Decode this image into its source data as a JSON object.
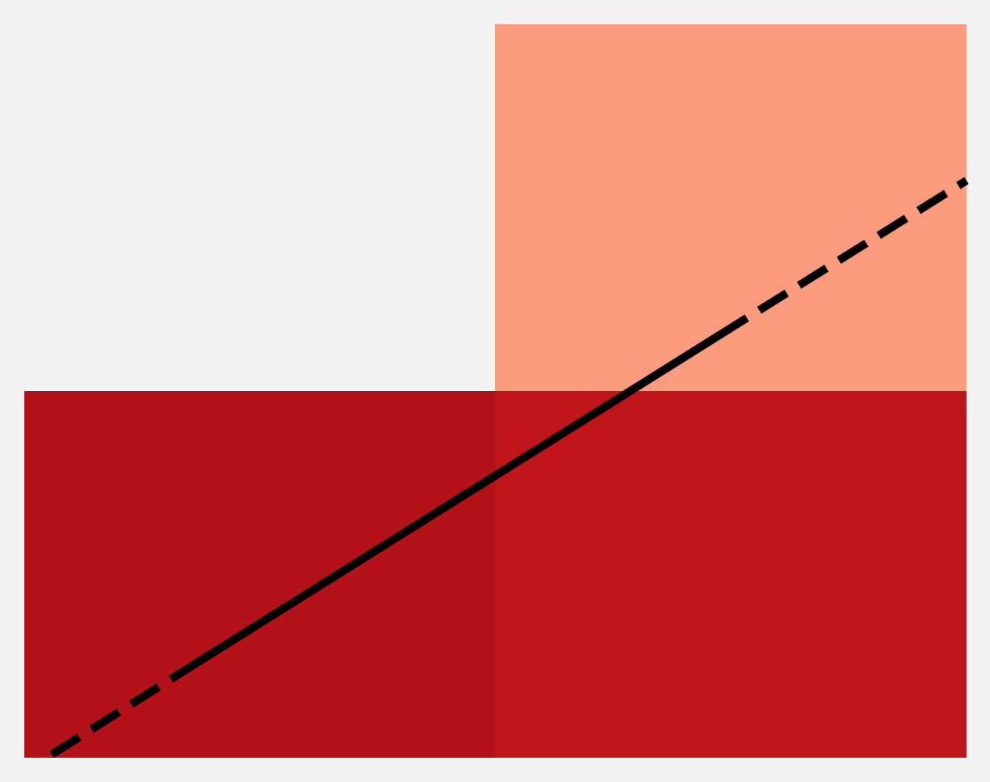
{
  "colors": {
    "background": "#f2f2f2",
    "top_right_fill": "#fb9b7e",
    "bottom_left_fill": "#b31318",
    "bottom_right_fill": "#c0161b",
    "line": "#000000"
  },
  "line": {
    "solid_segment": "middle",
    "dashed_segments": [
      "lower-left",
      "upper-right"
    ]
  }
}
